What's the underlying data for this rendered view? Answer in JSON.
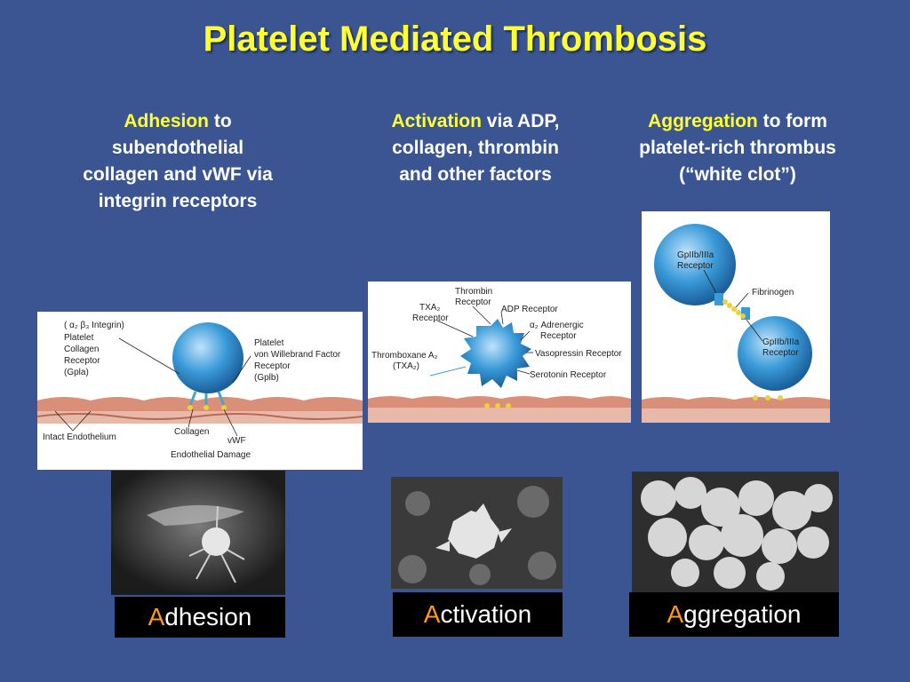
{
  "title": "Platelet Mediated Thrombosis",
  "columns": [
    {
      "caption_hl": "Adhesion",
      "caption_rest_1": " to",
      "caption_lines": [
        "subendothelial",
        "collagen and vWF via",
        "integrin receptors"
      ],
      "label_first": "A",
      "label_rest": "dhesion"
    },
    {
      "caption_hl": "Activation",
      "caption_rest_1": " via ADP,",
      "caption_lines": [
        "collagen, thrombin",
        "and other factors"
      ],
      "label_first": "A",
      "label_rest": "ctivation"
    },
    {
      "caption_hl": "Aggregation",
      "caption_rest_1": " to  form",
      "caption_lines": [
        "platelet-rich thrombus",
        "(“white clot”)"
      ],
      "label_first": "A",
      "label_rest": "ggregation"
    }
  ],
  "diagram1": {
    "integrin_line1": "( α₂ β₃ Integrin)",
    "collagen_receptor": [
      "Platelet",
      "Collagen",
      "Receptor",
      "(Gpla)"
    ],
    "vwf_receptor": [
      "Platelet",
      "von Willebrand Factor",
      "Receptor",
      "(Gplb)"
    ],
    "intact": "Intact Endothelium",
    "collagen": "Collagen",
    "vwf": "vWF",
    "damage": "Endothelial Damage"
  },
  "diagram2": {
    "txa2_receptor": [
      "TXA₂",
      "Receptor"
    ],
    "thrombin_receptor": [
      "Thrombin",
      "Receptor"
    ],
    "adp_receptor": "ADP Receptor",
    "alpha2": [
      "α₂ Adrenergic",
      "Receptor"
    ],
    "vasopressin": "Vasopressin Receptor",
    "serotonin": "Serotonin Receptor",
    "thromboxane": [
      "Thromboxane A₂",
      "(TXA₂)"
    ]
  },
  "diagram3": {
    "top_receptor": [
      "GpIIb/IIIa",
      "Receptor"
    ],
    "fibrinogen": "Fibrinogen",
    "bottom_receptor": [
      "GpIIb/IIIa",
      "Receptor"
    ]
  },
  "colors": {
    "background": "#3a5592",
    "title": "#ffff33",
    "highlight": "#ffff33",
    "label_first_letter": "#ff9a1a",
    "platelet": "#3a9ad8"
  }
}
